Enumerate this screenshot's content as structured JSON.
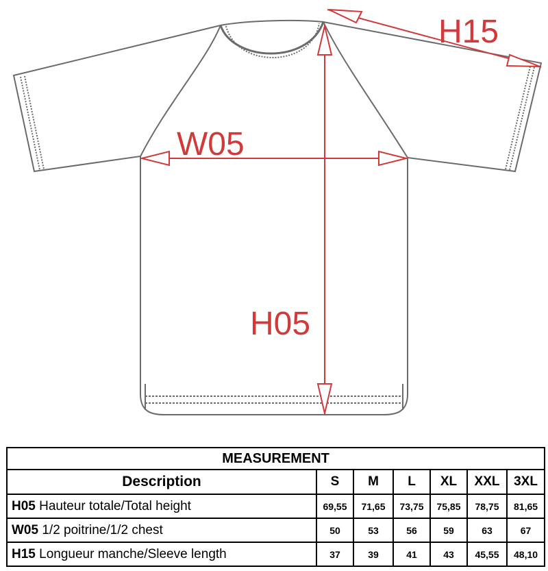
{
  "diagram": {
    "labels": {
      "h15": "H15",
      "w05": "W05",
      "h05": "H05"
    },
    "colors": {
      "dimension": "#d23a3a",
      "outline": "#6b6b6b"
    }
  },
  "table": {
    "title": "MEASUREMENT",
    "description_header": "Description",
    "sizes": [
      "S",
      "M",
      "L",
      "XL",
      "XXL",
      "3XL"
    ],
    "rows": [
      {
        "code": "H05",
        "label": "Hauteur totale/Total height",
        "values": [
          "69,55",
          "71,65",
          "73,75",
          "75,85",
          "78,75",
          "81,65"
        ]
      },
      {
        "code": "W05",
        "label": "1/2 poitrine/1/2 chest",
        "values": [
          "50",
          "53",
          "56",
          "59",
          "63",
          "67"
        ]
      },
      {
        "code": "H15",
        "label": "Longueur manche/Sleeve length",
        "values": [
          "37",
          "39",
          "41",
          "43",
          "45,55",
          "48,10"
        ]
      }
    ]
  }
}
